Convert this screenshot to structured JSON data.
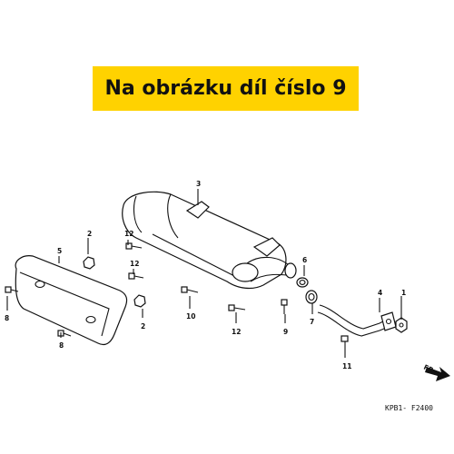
{
  "banner": {
    "text": "Na obrázku díl číslo 9",
    "background": "#ffd200",
    "text_color": "#111111"
  },
  "labels": [
    "1",
    "2",
    "2",
    "3",
    "4",
    "5",
    "6",
    "7",
    "8",
    "8",
    "9",
    "10",
    "11",
    "12",
    "12",
    "12"
  ],
  "direction": "FR.",
  "diagram_code": "KPB1- F2400",
  "icons": [
    "bolt-icon",
    "nut-icon",
    "gasket-icon",
    "arrow-icon"
  ]
}
